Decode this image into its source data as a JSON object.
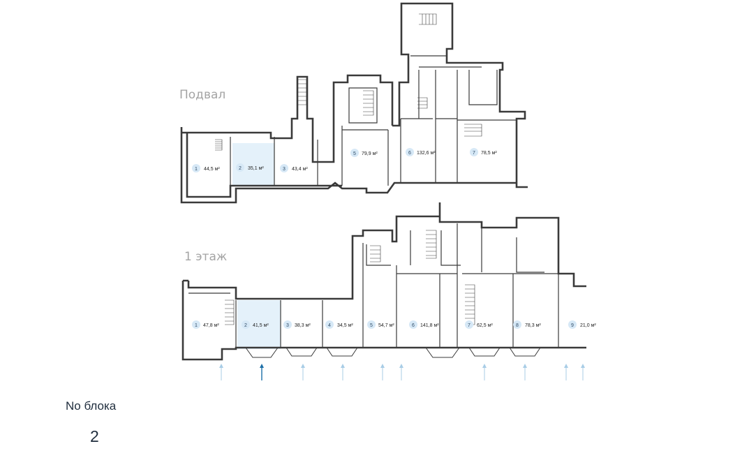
{
  "floors": [
    {
      "title": "Подвал",
      "rooms": [
        {
          "num": "1",
          "area": "44,5 м²"
        },
        {
          "num": "2",
          "area": "35,1 м²",
          "highlight": true
        },
        {
          "num": "3",
          "area": "43,4 м²"
        },
        {
          "num": "5",
          "area": "79,9 м²"
        },
        {
          "num": "6",
          "area": "132,6 м²"
        },
        {
          "num": "7",
          "area": "78,5 м²"
        }
      ]
    },
    {
      "title": "1 этаж",
      "rooms": [
        {
          "num": "1",
          "area": "47,8 м²"
        },
        {
          "num": "2",
          "area": "41,5 м²",
          "highlight": true
        },
        {
          "num": "3",
          "area": "38,3 м²"
        },
        {
          "num": "4",
          "area": "34,5 м²"
        },
        {
          "num": "5",
          "area": "54,7 м²"
        },
        {
          "num": "6",
          "area": "141,8 м²"
        },
        {
          "num": "7",
          "area": "62,5 м²"
        },
        {
          "num": "8",
          "area": "78,3 м²"
        },
        {
          "num": "9",
          "area": "21,0 м²"
        }
      ],
      "entrances": 10,
      "active_entrance_index": 1
    }
  ],
  "footer": {
    "label": "No блока",
    "value": "2"
  },
  "colors": {
    "highlight": "#e4f1fa",
    "badge": "#d6e8f6",
    "entrance_arrow": "#a8cde6",
    "active_arrow": "#1d6fa8"
  }
}
